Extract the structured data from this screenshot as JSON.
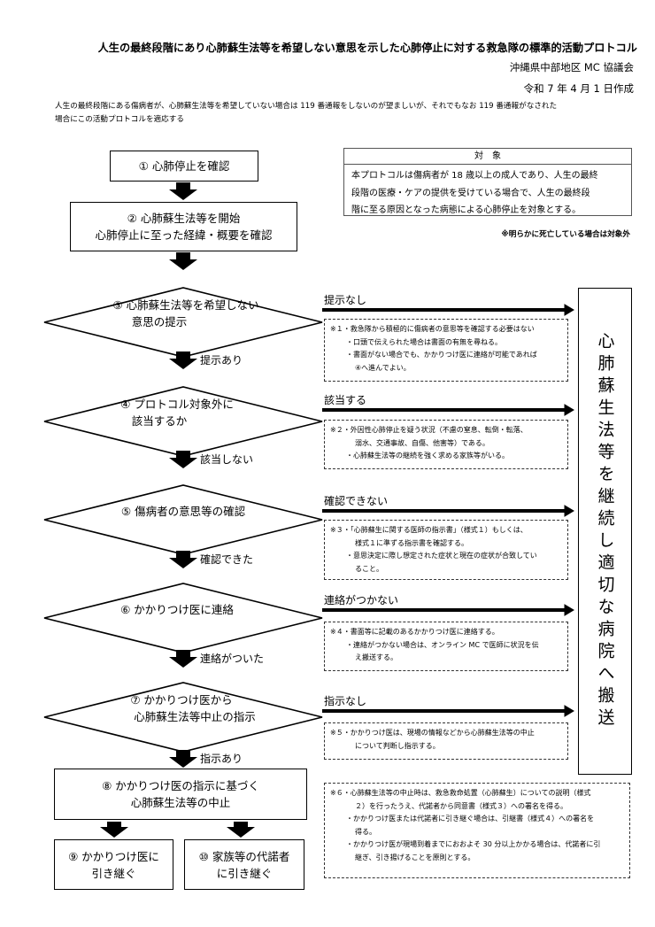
{
  "title": "人生の最終段階にあり心肺蘇生法等を希望しない意思を示した心肺停止に対する救急隊の標準的活動プロトコル",
  "org": "沖縄県中部地区 MC 協議会",
  "date": "令和 7 年 4 月 1 日作成",
  "intro": {
    "line1": "人生の最終段階にある傷病者が、心肺蘇生法等を希望していない場合は 119 番通報をしないのが望ましいが、それでもなお 119 番通報がなされた",
    "line2": "場合にこの活動プロトコルを適応する"
  },
  "target": {
    "heading": "対　象",
    "lines": [
      "本プロトコルは傷病者が 18 歳以上の成人であり、人生の最終",
      "段階の医療・ケアの提供を受けている場合で、人生の最終段",
      "階に至る原因となった病態による心肺停止を対象とする。"
    ],
    "exclude": "※明らかに死亡している場合は対象外"
  },
  "steps": {
    "s1": "① 心肺停止を確認",
    "s2_l1": "② 心肺蘇生法等を開始",
    "s2_l2": "心肺停止に至った経緯・概要を確認",
    "s3_l1": "③ 心肺蘇生法等を希望しない",
    "s3_l2": "意思の提示",
    "s4_l1": "④ プロトコル対象外に",
    "s4_l2": "該当するか",
    "s5": "⑤ 傷病者の意思等の確認",
    "s6": "⑥ かかりつけ医に連絡",
    "s7_l1": "⑦ かかりつけ医から",
    "s7_l2": "心肺蘇生法等中止の指示",
    "s8_l1": "⑧ かかりつけ医の指示に基づく",
    "s8_l2": "心肺蘇生法等の中止",
    "s9_l1": "⑨ かかりつけ医に",
    "s9_l2": "引き継ぐ",
    "s10_l1": "⑩ 家族等の代諾者",
    "s10_l2": "に引き継ぐ"
  },
  "down_labels": {
    "d3": "提示あり",
    "d4": "該当しない",
    "d5": "確認できた",
    "d6": "連絡がついた",
    "d7": "指示あり"
  },
  "right_labels": {
    "r3": "提示なし",
    "r4": "該当する",
    "r5": "確認できない",
    "r6": "連絡がつかない",
    "r7": "指示なし"
  },
  "continue_box": "心肺蘇生法等を継続し適切な病院へ搬送",
  "notes": {
    "n1": [
      "※１・救急隊から積極的に傷病者の意思等を確認する必要はない",
      "・口頭で伝えられた場合は書面の有無を尋ねる。",
      "・書面がない場合でも、かかりつけ医に連絡が可能であれば",
      "④へ進んでよい。"
    ],
    "n2": [
      "※２・外因性心肺停止を疑う状況（不慮の窒息、転倒・転落、",
      "溺水、交通事故、自傷、他害等）である。",
      "・心肺蘇生法等の継続を強く求める家族等がいる。"
    ],
    "n3": [
      "※３・「心肺蘇生に関する医師の指示書」（様式１）もしくは、",
      "様式１に準ずる指示書を確認する。",
      "・意思決定に際し想定された症状と現在の症状が合致してい",
      "ること。"
    ],
    "n4": [
      "※４・書面等に記載のあるかかりつけ医に連絡する。",
      "・連絡がつかない場合は、オンライン MC で医師に状況を伝",
      "え搬送する。"
    ],
    "n5": [
      "※５・かかりつけ医は、現場の情報などから心肺蘇生法等の中止",
      "について判断し指示する。"
    ],
    "n6": [
      "※６・心肺蘇生法等の中止時は、救急救命処置（心肺蘇生）についての説明（様式",
      "２）を行ったうえ、代諾者から同意書（様式３）への署名を得る。",
      "・かかりつけ医または代諾者に引き継ぐ場合は、引継書（様式４）への署名を",
      "得る。",
      "・かかりつけ医が現場到着までにおおよそ 30 分以上かかる場合は、代諾者に引",
      "継ぎ、引き揚げることを原則とする。"
    ]
  }
}
